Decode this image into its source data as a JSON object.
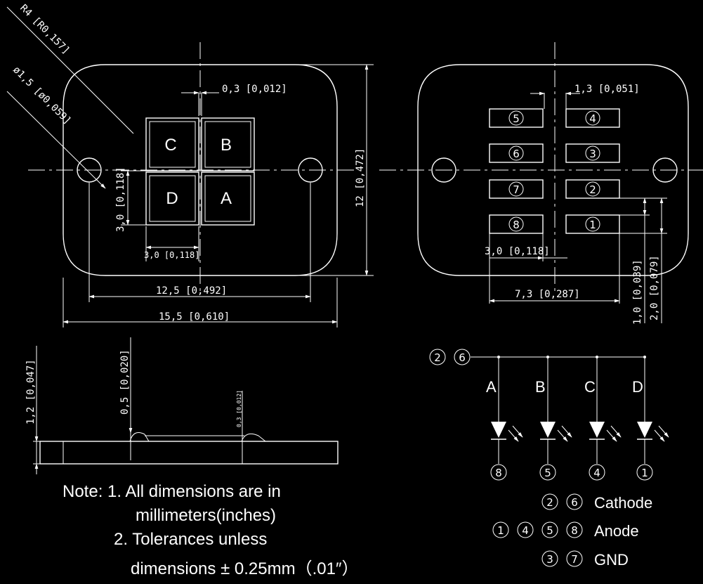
{
  "dims": {
    "radius": "R4 [R0,157]",
    "hole": "ø1,5 [ø0,059]",
    "gap_left": "0,3 [0,012]",
    "pad_w": "3,0 [0,118]",
    "pad_h": "3,0 [0,118]",
    "hole_pitch": "12,5 [0,492]",
    "width": "15,5 [0,610]",
    "height": "12 [0,472]",
    "gap_right": "1,3 [0,051]",
    "pad_w_right": "3,0 [0,118]",
    "span_right": "7,3 [0,287]",
    "pitch_1": "1,0 [0,039]",
    "pitch_2": "2,0 [0,079]",
    "thickness": "1,2 [0,047]",
    "lens_h": "0,5 [0,020]",
    "chip_h": "0,3 [0,012]"
  },
  "chips": [
    "C",
    "B",
    "D",
    "A"
  ],
  "pads": [
    {
      "n": "5"
    },
    {
      "n": "4"
    },
    {
      "n": "6"
    },
    {
      "n": "3"
    },
    {
      "n": "7"
    },
    {
      "n": "2"
    },
    {
      "n": "8"
    },
    {
      "n": "1"
    }
  ],
  "circuit": {
    "top_pins": [
      "2",
      "6"
    ],
    "leds": [
      {
        "label": "A",
        "pin": "8"
      },
      {
        "label": "B",
        "pin": "5"
      },
      {
        "label": "C",
        "pin": "4"
      },
      {
        "label": "D",
        "pin": "1"
      }
    ]
  },
  "legend": [
    {
      "pins": [
        "2",
        "6"
      ],
      "text": "Cathode"
    },
    {
      "pins": [
        "1",
        "4",
        "5",
        "8"
      ],
      "text": "Anode"
    },
    {
      "pins": [
        "3",
        "7"
      ],
      "text": "GND"
    }
  ],
  "note": {
    "line1": "Note: 1. All dimensions are in",
    "line2": "millimeters(inches)",
    "line3": "2. Tolerances unless",
    "line4": "dimensions ± 0.25mm（.01″）"
  }
}
